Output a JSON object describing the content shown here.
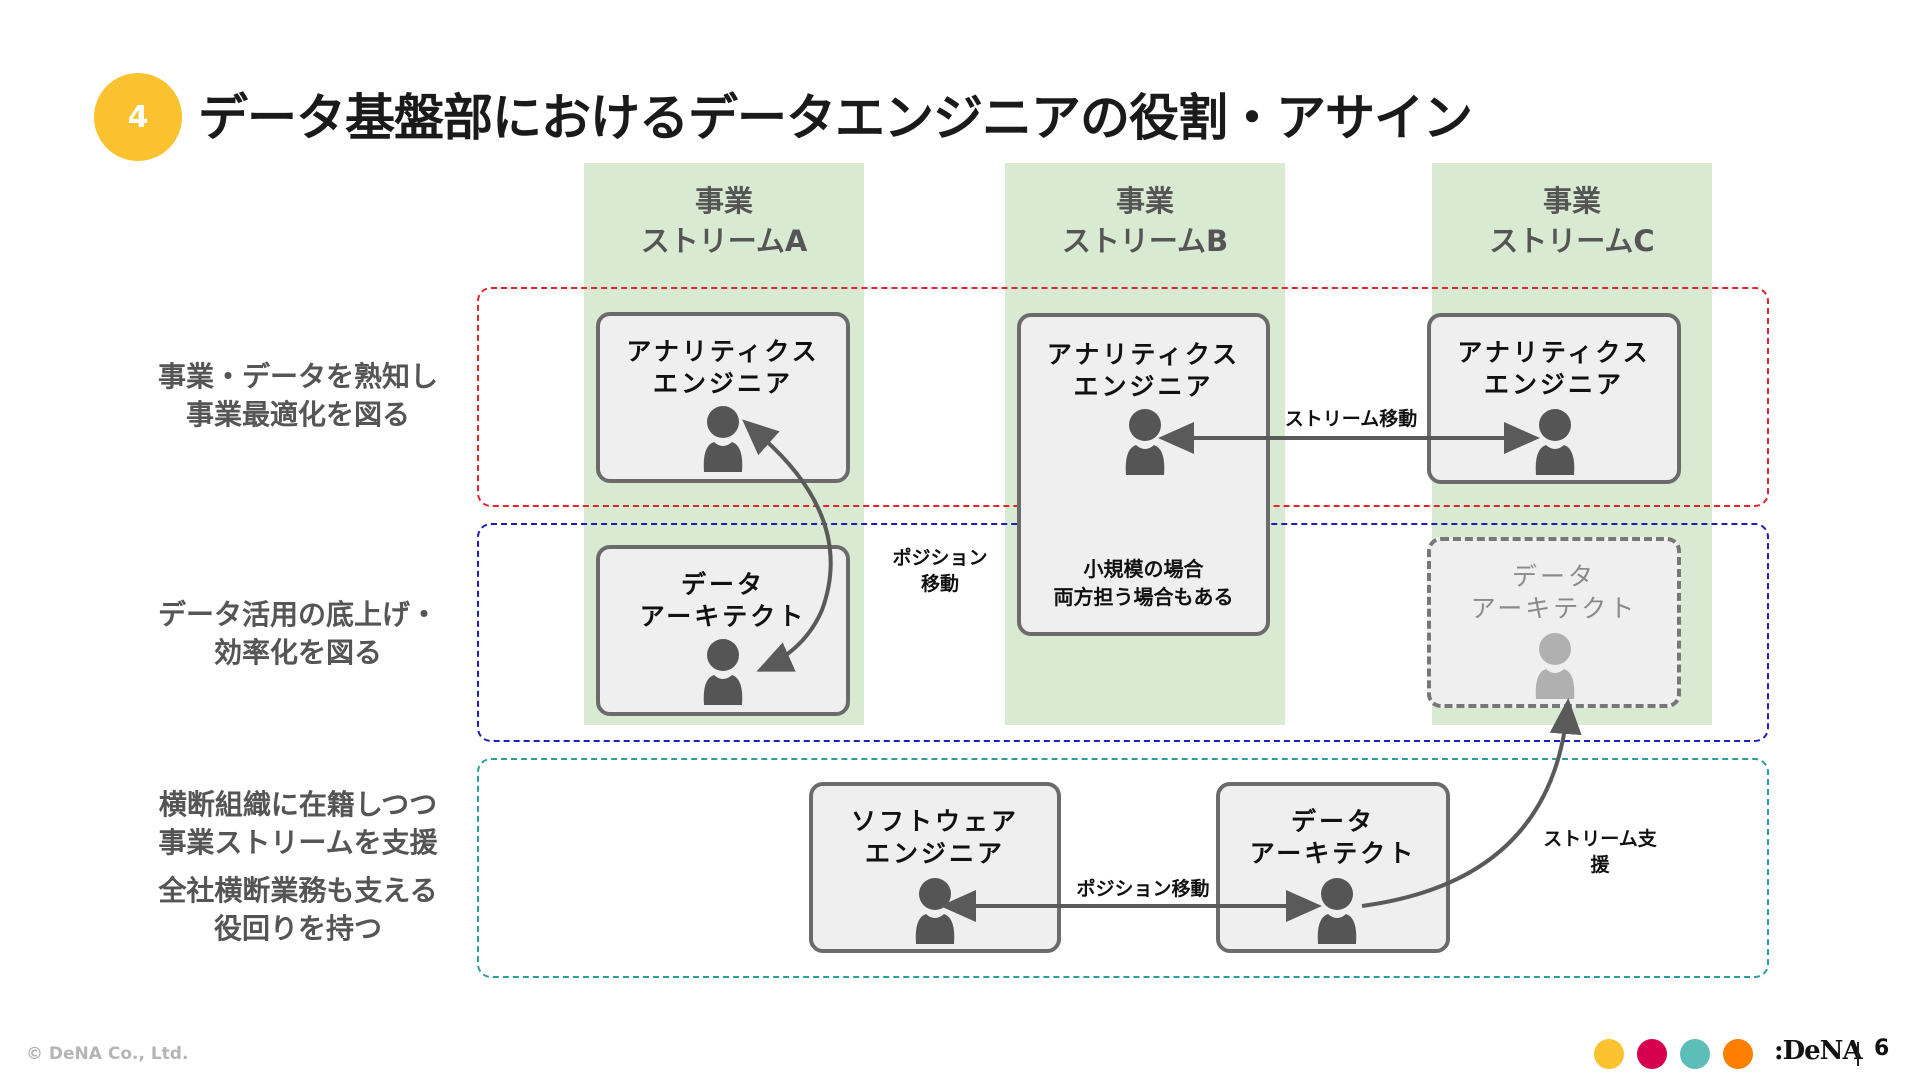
{
  "header": {
    "section_number": "4",
    "title": "データ基盤部におけるデータエンジニアの役割・アサイン"
  },
  "colors": {
    "badge": "#F9C22E",
    "column_bg": "#D9EAD3",
    "zone_red": "#E0262B",
    "zone_blue": "#1F1FB8",
    "zone_teal": "#2A9E9E",
    "card_bg": "#EFEFEF",
    "card_border": "#6B6B6B",
    "person_icon": "#555555",
    "person_icon_ghost": "#B0B0B0"
  },
  "columns": [
    {
      "line1": "事業",
      "line2": "ストリームA"
    },
    {
      "line1": "事業",
      "line2": "ストリームB"
    },
    {
      "line1": "事業",
      "line2": "ストリームC"
    }
  ],
  "row_labels": [
    {
      "line1": "事業・データを熟知し",
      "line2": "事業最適化を図る"
    },
    {
      "line1": "データ活用の底上げ・",
      "line2": "効率化を図る"
    },
    {
      "line1": "横断組織に在籍しつつ",
      "line2": "事業ストリームを支援",
      "line3": "全社横断業務も支える",
      "line4": "役回りを持つ"
    }
  ],
  "cards": {
    "a_analytics": {
      "line1": "アナリティクス",
      "line2": "エンジニア"
    },
    "a_architect": {
      "line1": "データ",
      "line2": "アーキテクト"
    },
    "b_analytics": {
      "line1": "アナリティクス",
      "line2": "エンジニア",
      "note1": "小規模の場合",
      "note2": "両方担う場合もある"
    },
    "c_analytics": {
      "line1": "アナリティクス",
      "line2": "エンジニア"
    },
    "c_architect": {
      "line1": "データ",
      "line2": "アーキテクト"
    },
    "x_software": {
      "line1": "ソフトウェア",
      "line2": "エンジニア"
    },
    "x_architect": {
      "line1": "データ",
      "line2": "アーキテクト"
    }
  },
  "arrow_labels": {
    "position_move_a_line1": "ポジション",
    "position_move_a_line2": "移動",
    "stream_move": "ストリーム移動",
    "position_move_bottom": "ポジション移動",
    "stream_support_line1": "ストリーム支",
    "stream_support_line2": "援"
  },
  "footer": {
    "copyright": "© DeNA Co., Ltd.",
    "dots": [
      "#F9C22E",
      "#D6004F",
      "#5CBDB9",
      "#FF7F00"
    ],
    "logo": ":DeNA",
    "page_number": "6"
  }
}
